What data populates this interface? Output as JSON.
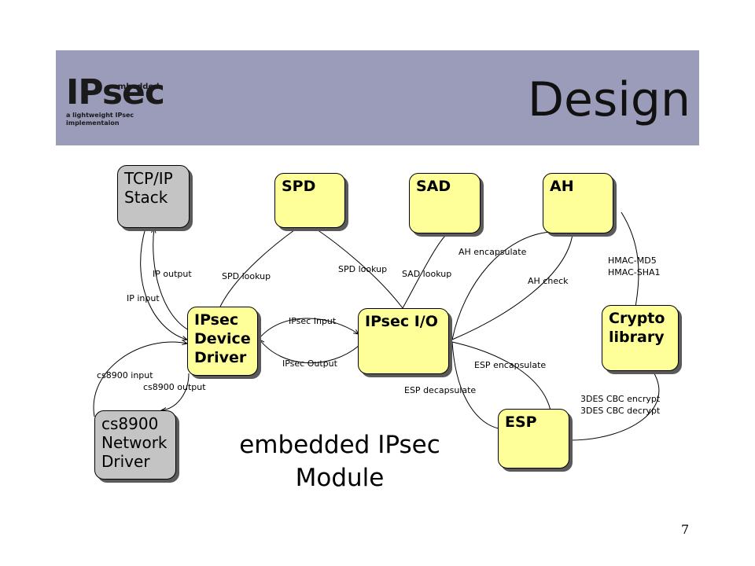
{
  "colors": {
    "header_bg": "#9b9bba",
    "node_yellow": "#ffff99",
    "node_gray": "#c4c4c4",
    "edge": "#000000"
  },
  "header": {
    "logo_big": "IPsec",
    "logo_small": "embedded",
    "logo_sub": "a lightweight IPsec\nimplementaion",
    "title": "Design"
  },
  "nodes": {
    "tcpip": "TCP/IP\nStack",
    "spd": "SPD",
    "sad": "SAD",
    "ah": "AH",
    "ipsec_driver": "IPsec\nDevice\nDriver",
    "ipsec_io": "IPsec I/O",
    "crypto": "Crypto\nlibrary",
    "esp": "ESP",
    "cs8900": "cs8900\nNetwork\nDriver"
  },
  "edge_labels": {
    "ip_output": "IP output",
    "ip_input": "IP input",
    "spd_lookup_1": "SPD lookup",
    "spd_lookup_2": "SPD lookup",
    "sad_lookup": "SAD lookup",
    "ah_encapsulate": "AH encapsulate",
    "ah_check": "AH check",
    "hmac_md5": "HMAC-MD5",
    "hmac_sha1": "HMAC-SHA1",
    "ipsec_input": "IPsec Input",
    "ipsec_output": "IPsec Output",
    "esp_encapsulate": "ESP encapsulate",
    "esp_decapsulate": "ESP decapsulate",
    "cs8900_input": "cs8900 input",
    "cs8900_output": "cs8900 output",
    "des_encrypt": "3DES CBC encrypt",
    "des_decrypt": "3DES CBC decrypt"
  },
  "caption": "embedded IPsec\nModule",
  "page_number": "7"
}
